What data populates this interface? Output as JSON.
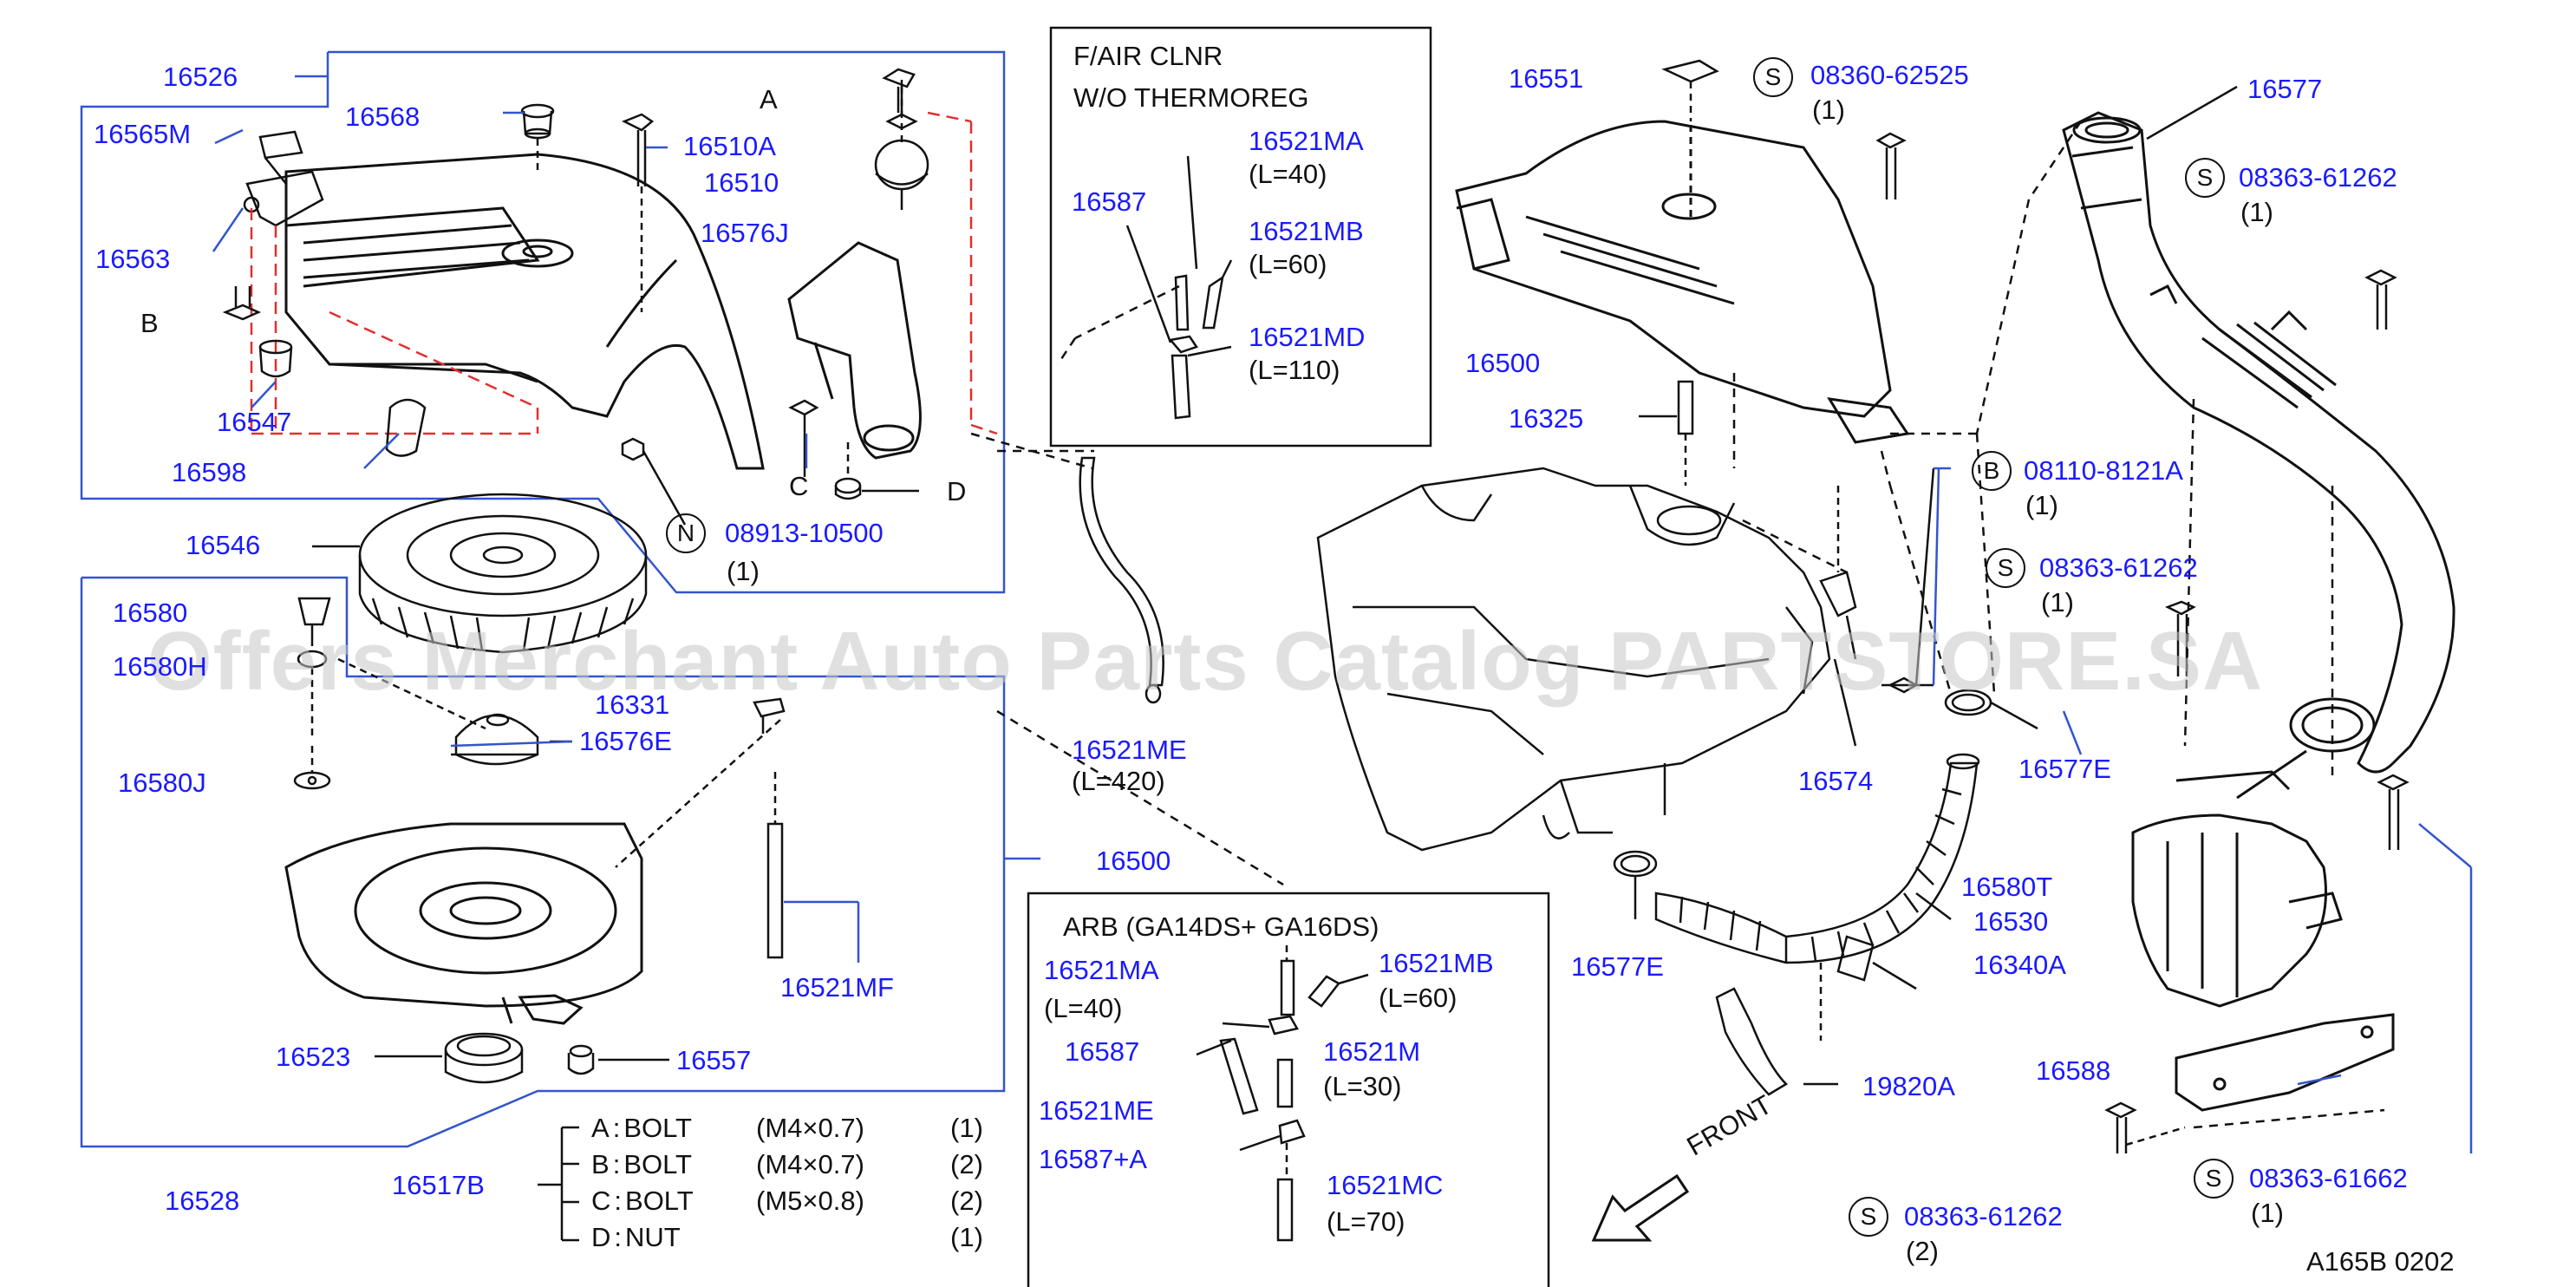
{
  "diagram_code": "A165B  0202",
  "watermark": "Offers Merchant Auto Parts Catalog PARTSTORE.SA",
  "front_label": "FRONT",
  "inset_top": {
    "title_line1": "F/AIR  CLNR",
    "title_line2": "W/O  THERMOREG"
  },
  "inset_bottom": {
    "title": "ARB  (GA14DS+          GA16DS)"
  },
  "circle_letters": {
    "S": "S",
    "N": "N",
    "B": "B"
  },
  "parts": {
    "p16526": "16526",
    "p16565M": "16565M",
    "p16568": "16568",
    "p16510A": "16510A",
    "p16510": "16510",
    "p16563": "16563",
    "p16576J": "16576J",
    "p16547": "16547",
    "p16598": "16598",
    "p16546": "16546",
    "p16580": "16580",
    "p16580H": "16580H",
    "p16331": "16331",
    "p16576E": "16576E",
    "p16580J": "16580J",
    "p16500a": "16500",
    "p16521MF": "16521MF",
    "p16523": "16523",
    "p16557": "16557",
    "p16528": "16528",
    "p16517B": "16517B",
    "p08913": "08913-10500",
    "p16587a": "16587",
    "p16521MAa": "16521MA",
    "p16521MBa": "16521MB",
    "p16521MDa": "16521MD",
    "p16521ME": "16521ME",
    "p16521MAb": "16521MA",
    "p16521MBb": "16521MB",
    "p16587b": "16587",
    "p16521M": "16521M",
    "p16521MEb": "16521ME",
    "p16587A": "16587+A",
    "p16521MC": "16521MC",
    "p16551": "16551",
    "p08360": "08360-62525",
    "p16577": "16577",
    "p08363a": "08363-61262",
    "p16500b": "16500",
    "p16325": "16325",
    "p08110": "08110-8121A",
    "p08363b": "08363-61262",
    "p16574": "16574",
    "p16577E": "16577E",
    "p16580T": "16580T",
    "p16530": "16530",
    "p16340A": "16340A",
    "p16577Eb": "16577E",
    "p19820A": "19820A",
    "p16588": "16588",
    "p08363c": "08363-61262",
    "p08363d": "08363-61662"
  },
  "qty": {
    "q08913": "(1)",
    "q08360": "(1)",
    "q08363a": "(1)",
    "q08110": "(1)",
    "q08363b": "(1)",
    "q08363c": "(2)",
    "q08363d": "(1)"
  },
  "lengths": {
    "l16521MAa": "(L=40)",
    "l16521MBa": "(L=60)",
    "l16521MDa": "(L=110)",
    "l16521ME": "(L=420)",
    "l16521MAb": "(L=40)",
    "l16521MBb": "(L=60)",
    "l16521M": "(L=30)",
    "l16521MC": "(L=70)"
  },
  "letters": {
    "A": "A",
    "B": "B",
    "C": "C",
    "D": "D"
  },
  "legend": [
    {
      "key": "A",
      "sep": ":",
      "part": "BOLT",
      "spec": "(M4×0.7)",
      "qty": "(1)"
    },
    {
      "key": "B",
      "sep": ":",
      "part": "BOLT",
      "spec": "(M4×0.7)",
      "qty": "(2)"
    },
    {
      "key": "C",
      "sep": ":",
      "part": "BOLT",
      "spec": "(M5×0.8)",
      "qty": "(2)"
    },
    {
      "key": "D",
      "sep": ":",
      "part": "NUT",
      "spec": "",
      "qty": "(1)"
    }
  ],
  "colors": {
    "part_number": "#1a1aff",
    "line": "#111111",
    "box": "#3355cc",
    "red_dash": "#e03030",
    "watermark": "#c8c8c8"
  }
}
